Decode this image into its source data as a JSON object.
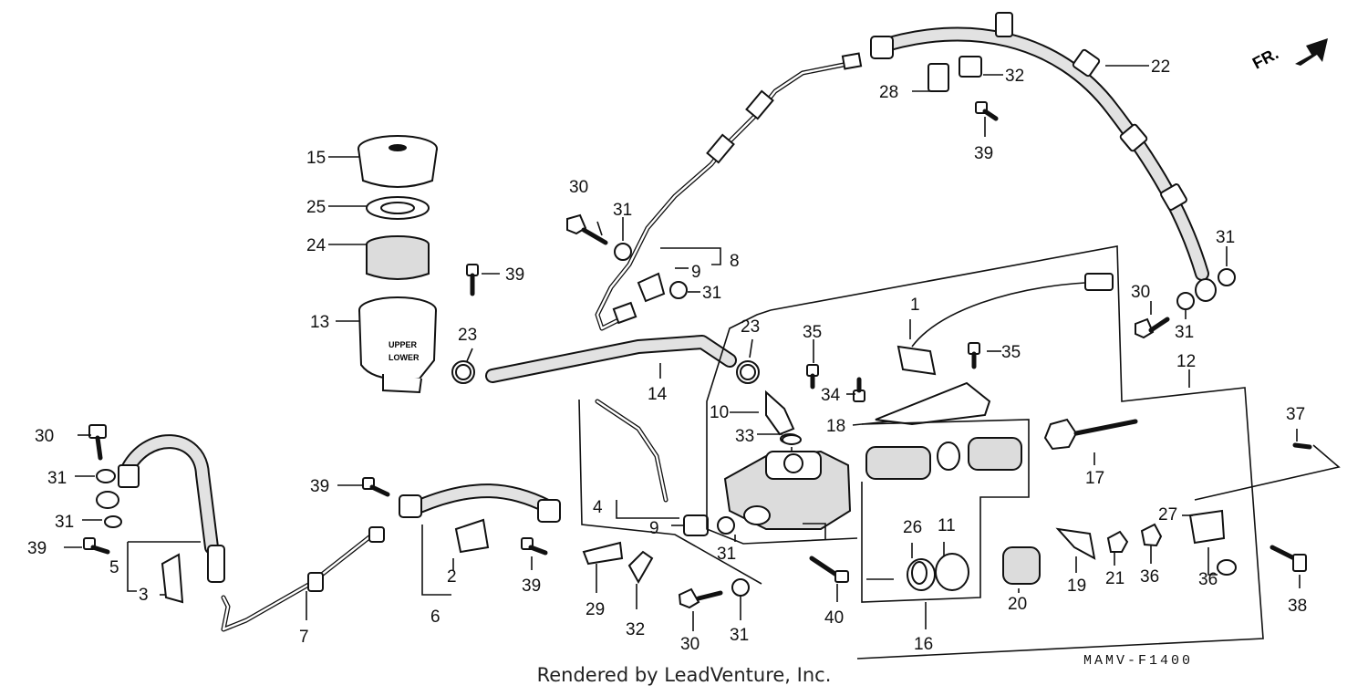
{
  "direction_label": "FR.",
  "diagram_code": "MAMV-F1400",
  "credit": "Rendered by LeadVenture, Inc.",
  "reservoir": {
    "upper_mark": "UPPER",
    "lower_mark": "LOWER"
  },
  "callouts": {
    "c1": "1",
    "c2": "2",
    "c3": "3",
    "c4": "4",
    "c5": "5",
    "c6": "6",
    "c7": "7",
    "c8": "8",
    "c9a": "9",
    "c9b": "9",
    "c10": "10",
    "c11": "11",
    "c12": "12",
    "c13": "13",
    "c14": "14",
    "c15": "15",
    "c16": "16",
    "c17": "17",
    "c18": "18",
    "c19": "19",
    "c20": "20",
    "c21": "21",
    "c22": "22",
    "c23a": "23",
    "c23b": "23",
    "c24": "24",
    "c25": "25",
    "c26": "26",
    "c27": "27",
    "c28": "28",
    "c29": "29",
    "c30a": "30",
    "c30b": "30",
    "c30c": "30",
    "c30d": "30",
    "c31a": "31",
    "c31b": "31",
    "c31c": "31",
    "c31d": "31",
    "c31e": "31",
    "c31f": "31",
    "c31g": "31",
    "c31h": "31",
    "c32a": "32",
    "c32b": "32",
    "c33": "33",
    "c34": "34",
    "c35a": "35",
    "c35b": "35",
    "c36a": "36",
    "c36b": "36",
    "c37": "37",
    "c38": "38",
    "c39a": "39",
    "c39b": "39",
    "c39c": "39",
    "c39d": "39",
    "c39e": "39",
    "c40": "40"
  }
}
